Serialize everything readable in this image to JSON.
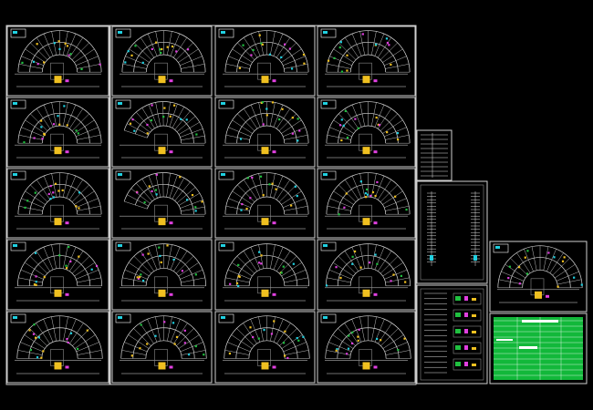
{
  "drawing": {
    "background": "#000000",
    "line_color": "#d8d8d8",
    "accent_colors": [
      "#f0c020",
      "#e040e0",
      "#20d0e0",
      "#20c040"
    ],
    "legend_fill": "#12b83a"
  },
  "sheets": {
    "plan_grid": {
      "columns": 4,
      "rows": 5
    },
    "single_plan_sheet": 1,
    "schedule_sheets": 3,
    "legend_sheet": 1
  },
  "icons": [
    "title-block-icon",
    "north-arrow-icon"
  ]
}
